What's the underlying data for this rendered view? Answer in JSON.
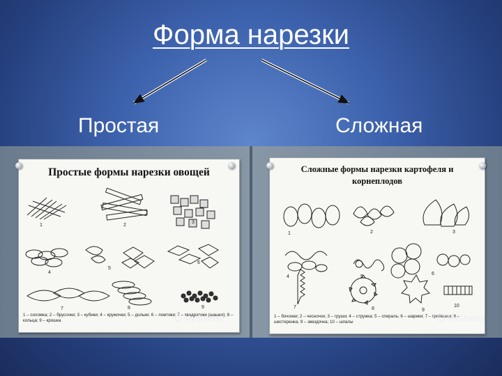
{
  "slide": {
    "title": "Форма нарезки",
    "left_label": "Простая",
    "right_label": "Сложная"
  },
  "poster_simple": {
    "title": "Простые формы нарезки овощей",
    "numbers": [
      "1",
      "2",
      "3",
      "4",
      "5",
      "6",
      "7",
      "8",
      "9"
    ],
    "caption": "1 – соломка; 2 – брусочки; 3 – кубики; 4 – кружочки; 5 – дольки; 6 – ломтики; 7 – квадратики (шашки); 8 – кольца; 9 – крошка",
    "watermark": "MyShared"
  },
  "poster_complex": {
    "title_line1": "Сложные формы нарезки картофеля и",
    "title_line2": "корнеплодов",
    "numbers": [
      "1",
      "2",
      "3",
      "4",
      "5",
      "6",
      "7",
      "8",
      "9",
      "10"
    ],
    "caption": "1 – бочонки; 2 – чесночок; 3 – груши; 4 – стружка; 5 – спираль; 6 – шарики; 7 – гребешок; 8 – шестеренка; 9 – звездочка; 10 – шпалы",
    "watermark": "MyShared"
  },
  "colors": {
    "background": "#3d62ad",
    "text": "#ffffff",
    "poster": "#f7f7f3"
  },
  "icons": [
    "arrow-left-icon",
    "arrow-right-icon",
    "pushpin-icon"
  ]
}
